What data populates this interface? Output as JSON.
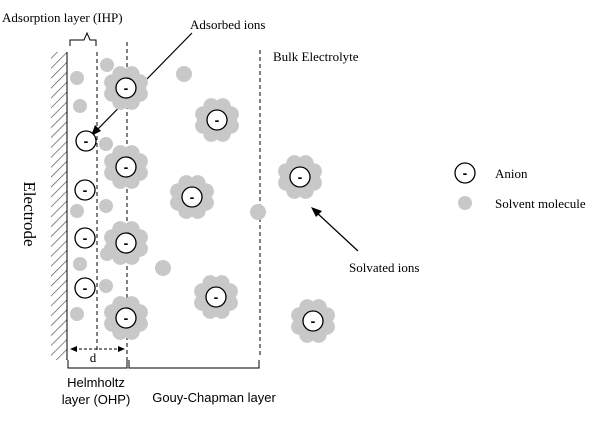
{
  "labels": {
    "adsorption_layer": "Adsorption layer (IHP)",
    "adsorbed_ions": "Adsorbed ions",
    "bulk_electrolyte": "Bulk Electrolyte",
    "electrode": "Electrode",
    "d": "d",
    "helmholtz_1": "Helmholtz",
    "helmholtz_2": "layer (OHP)",
    "gouy_chapman": "Gouy-Chapman layer",
    "solvated_ions": "Solvated ions"
  },
  "legend": {
    "anion_symbol": "-",
    "anion_label": "Anion",
    "solvent_label": "Solvent molecule"
  },
  "colors": {
    "solvent": "#c8c8c8",
    "line": "#000000",
    "hatch": "#555555"
  },
  "adsorbed_ions": [
    {
      "symbol": "-"
    },
    {
      "symbol": "-"
    },
    {
      "symbol": "-"
    },
    {
      "symbol": "-"
    },
    {
      "symbol": "-"
    }
  ],
  "solvated_ions": [
    {
      "symbol": "-"
    },
    {
      "symbol": "-"
    },
    {
      "symbol": "-"
    },
    {
      "symbol": "-"
    },
    {
      "symbol": "-"
    },
    {
      "symbol": "-"
    },
    {
      "symbol": "-"
    },
    {
      "symbol": "-"
    },
    {
      "symbol": "-"
    },
    {
      "symbol": "-"
    }
  ]
}
